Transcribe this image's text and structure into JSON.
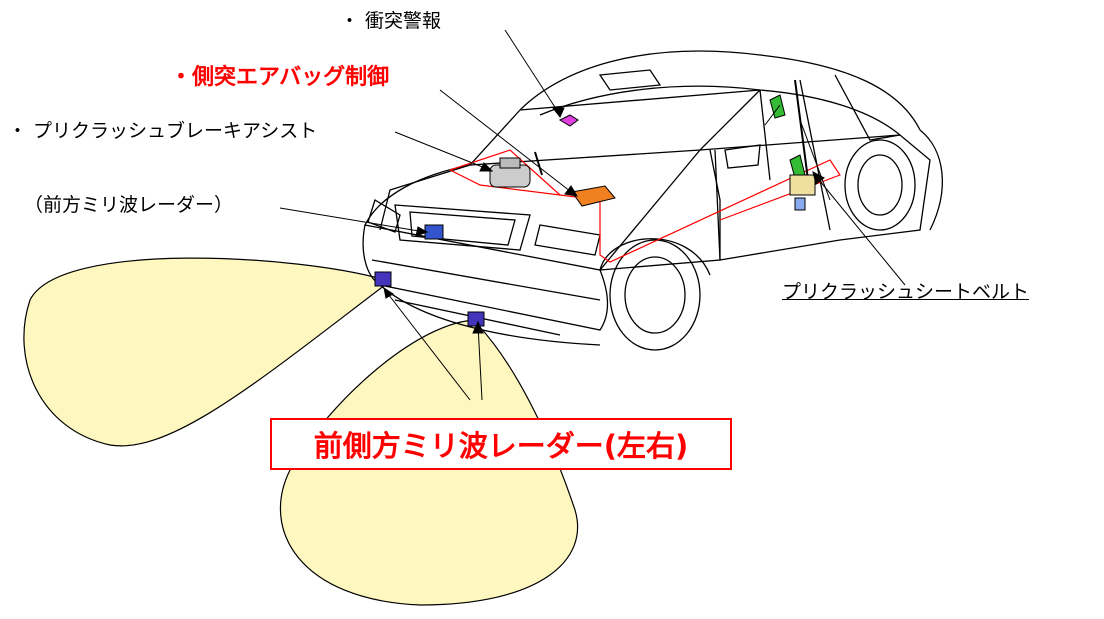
{
  "labels": {
    "collision_warning": "・ 衝突警報",
    "side_airbag_control": "・側突エアバッグ制御",
    "precrash_brake_assist": "・ プリクラッシュブレーキアシスト",
    "front_mmwave_radar": "（前方ミリ波レーダー）",
    "precrash_seatbelt": "プリクラッシュシートベルト",
    "front_side_mmwave_radar": "前側方ミリ波レーダー(左右)"
  },
  "colors": {
    "beam_fill": "#fff7c0",
    "highlight_red": "#ff0000",
    "radar_blue": "#3355cc",
    "warning_magenta": "#e040e0",
    "ecu_orange": "#f08020",
    "seatbelt_green": "#33bb33"
  }
}
